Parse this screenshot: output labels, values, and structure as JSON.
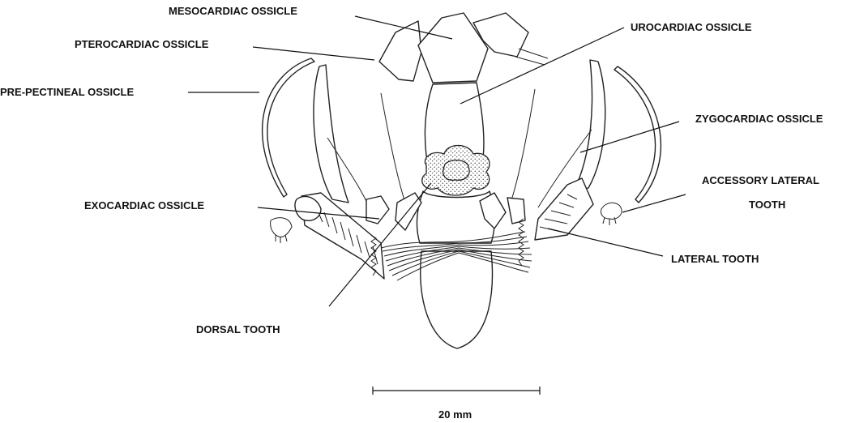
{
  "labels": {
    "mesocardiac": "MESOCARDIAC OSSICLE",
    "pterocardiac": "PTEROCARDIAC OSSICLE",
    "urocardiac": "UROCARDIAC OSSICLE",
    "pre_pectineal": "PRE-PECTINEAL OSSICLE",
    "zygocardiac": "ZYGOCARDIAC OSSICLE",
    "accessory_lateral_line1": "ACCESSORY LATERAL",
    "accessory_lateral_line2": "TOOTH",
    "exocardiac": "EXOCARDIAC OSSICLE",
    "lateral_tooth": "LATERAL TOOTH",
    "dorsal_tooth": "DORSAL TOOTH"
  },
  "scale_bar": {
    "label": "20 mm"
  }
}
